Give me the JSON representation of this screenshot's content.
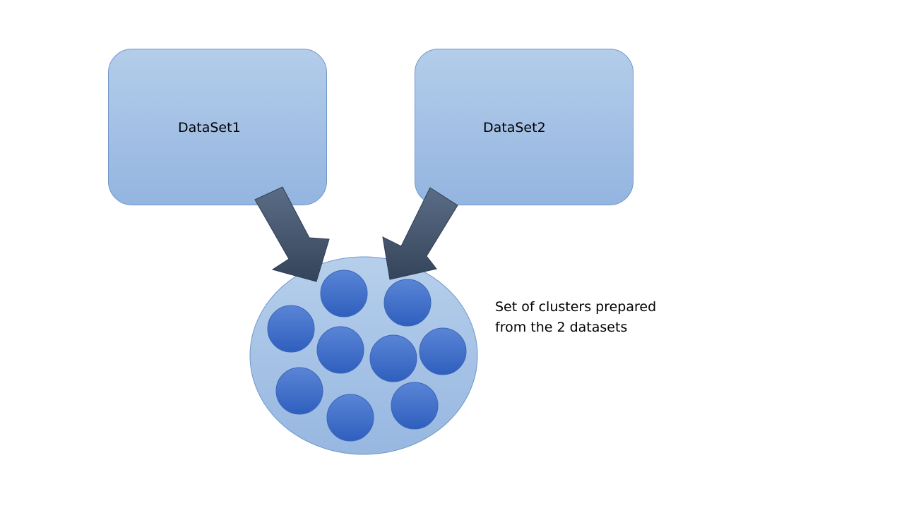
{
  "datasets": [
    {
      "label": "DataSet1"
    },
    {
      "label": "DataSet2"
    }
  ],
  "caption": {
    "line1": "Set of clusters prepared",
    "line2": "from the 2 datasets"
  },
  "clusters": {
    "count": 9
  },
  "colors": {
    "box_fill_top": "#b3cdea",
    "box_fill_bottom": "#93b5e0",
    "box_border": "#6f97c8",
    "arrow_fill": "#44546a",
    "container_fill": "#a6c3e6",
    "cluster_fill": "#3f6fcb"
  }
}
